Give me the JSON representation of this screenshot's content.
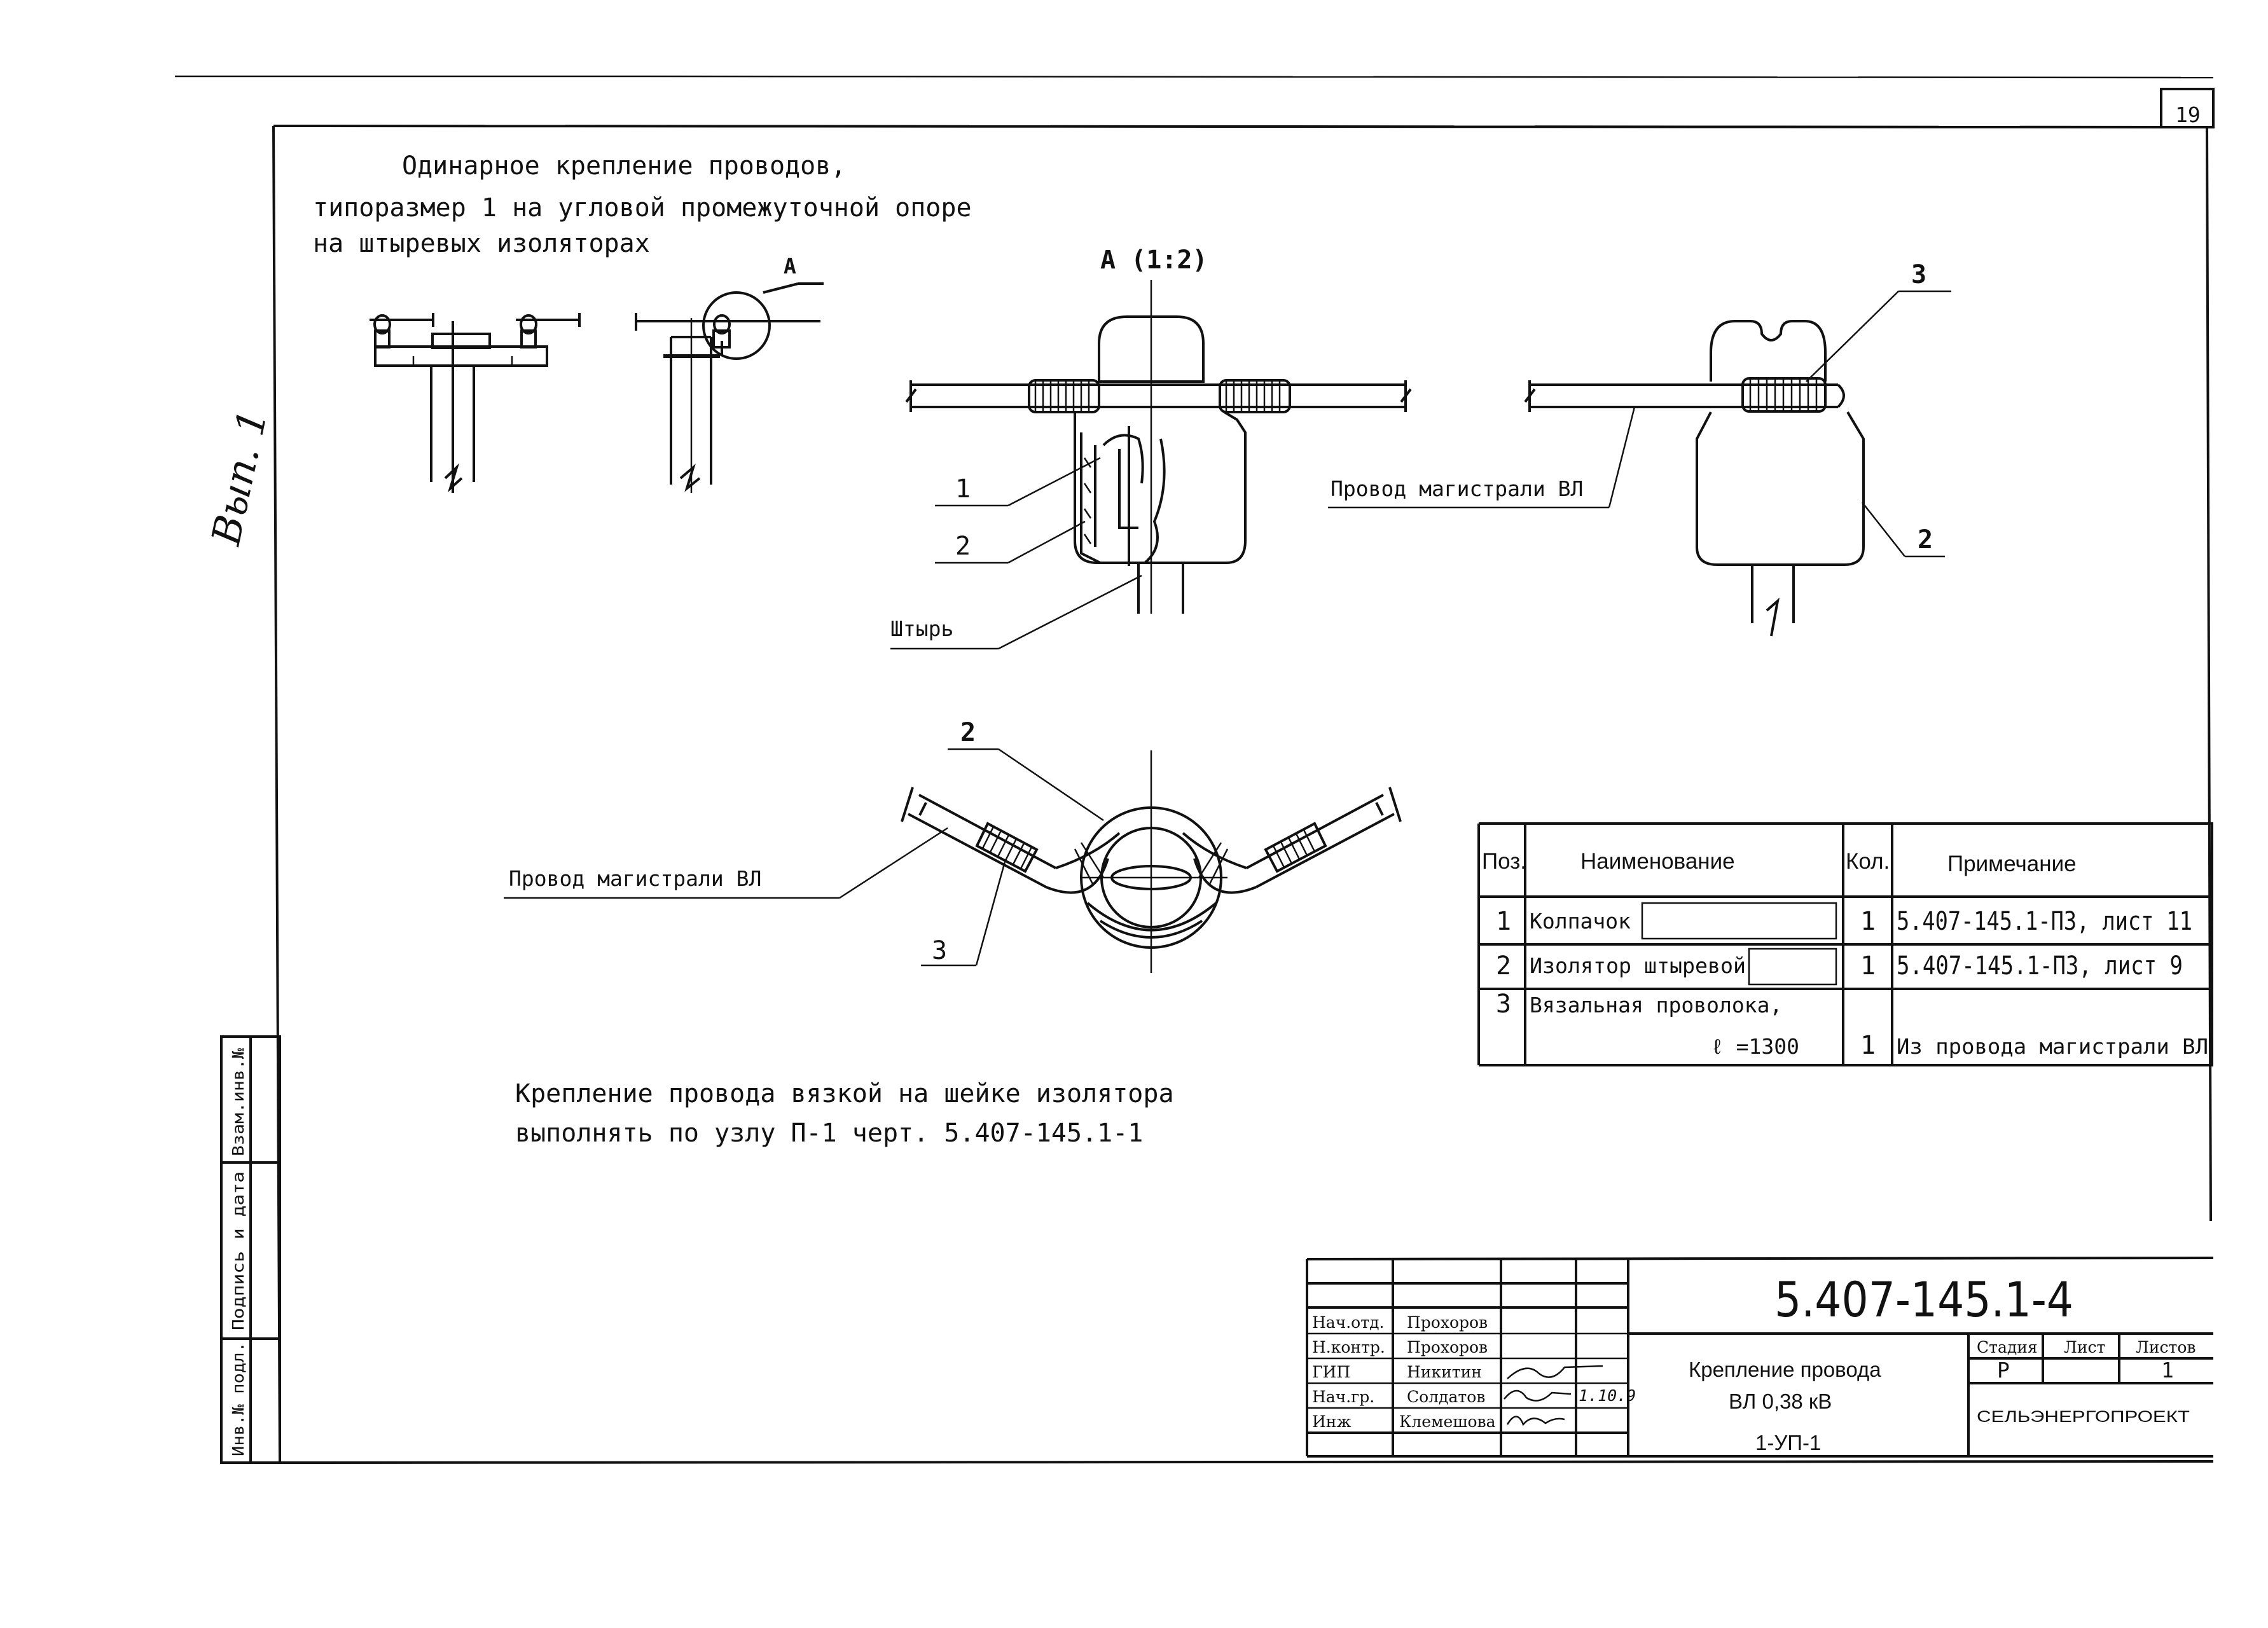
{
  "sheet_number": "19",
  "title_lines": [
    "Одинарное крепление проводов,",
    "типоразмер 1 на угловой промежуточной опоре",
    "на штыревых изоляторах"
  ],
  "view_label_a": "А",
  "view_a_title": "А (1:2)",
  "handwritten_margin_note": "Вып. 1",
  "callouts": {
    "c1": "1",
    "c2": "2",
    "c3": "3",
    "pin": "Штырь",
    "wire_right": "Провод магистрали ВЛ",
    "wire_bottom": "Провод магистрали ВЛ"
  },
  "spec_table": {
    "headers": [
      "Поз.",
      "Наименование",
      "Кол.",
      "Примечание"
    ],
    "rows": [
      {
        "pos": "1",
        "name": "Колпачок",
        "qty": "1",
        "note": "5.407-145.1-ПЗ, лист 11"
      },
      {
        "pos": "2",
        "name": "Изолятор штыревой",
        "qty": "1",
        "note": "5.407-145.1-ПЗ, лист 9"
      },
      {
        "pos": "3",
        "name": "Вязальная проволока,",
        "length": "ℓ =1300",
        "qty": "1",
        "note": "Из провода магистрали ВЛ"
      }
    ]
  },
  "note_lines": [
    "Крепление провода вязкой на шейке изолятора",
    "выполнять по узлу П-1 черт. 5.407-145.1-1"
  ],
  "left_stamp": [
    "Инв.№ подл.",
    "Подпись и дата",
    "Взам.инв.№"
  ],
  "title_block": {
    "doc_code": "5.407-145.1-4",
    "roles": [
      {
        "role": "Нач.отд.",
        "name": "Прохоров"
      },
      {
        "role": "Н.контр.",
        "name": "Прохоров"
      },
      {
        "role": "ГИП",
        "name": "Никитин"
      },
      {
        "role": "Нач.гр.",
        "name": "Солдатов"
      },
      {
        "role": "Инж",
        "name": "Клемешова"
      }
    ],
    "date_mark": "1.10.9",
    "drawing_title": [
      "Крепление провода",
      "ВЛ 0,38 кВ",
      "1-УП-1"
    ],
    "stage_label": "Стадия",
    "sheet_label": "Лист",
    "sheets_label": "Листов",
    "stage": "Р",
    "sheet": "",
    "sheets": "1",
    "organization": "СЕЛЬЭНЕРГОПРОЕКТ"
  }
}
